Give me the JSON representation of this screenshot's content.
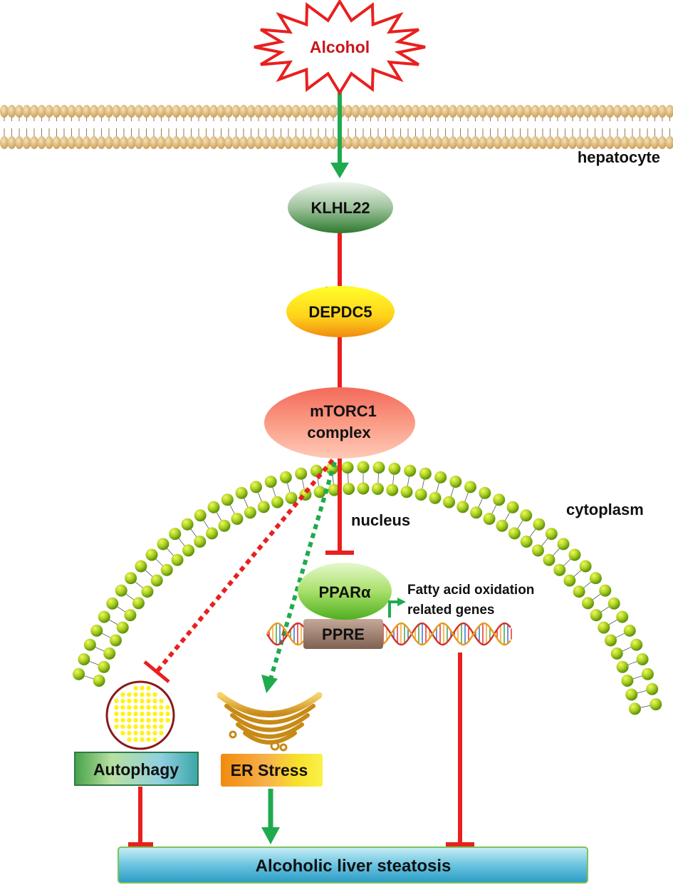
{
  "stimulus": {
    "label": "Alcohol"
  },
  "regions": {
    "hepatocyte": "hepatocyte",
    "cytoplasm": "cytoplasm",
    "nucleus": "nucleus"
  },
  "nodes": {
    "klhl22": "KLHL22",
    "depdc5": "DEPDC5",
    "mtorc1_line1": "mTORC1",
    "mtorc1_line2": "complex",
    "ppara": "PPARα",
    "ppre": "PPRE",
    "genes_line1": "Fatty acid oxidation",
    "genes_line2": "related genes",
    "autophagy": "Autophagy",
    "er_stress": "ER Stress",
    "outcome": "Alcoholic liver steatosis"
  },
  "colors": {
    "activation": "#1faa4e",
    "inhibition": "#e8201f",
    "stimulus_text": "#c8161d",
    "membrane_head": "#e6bd7a",
    "nuclear_bead": "#8fc21a"
  }
}
